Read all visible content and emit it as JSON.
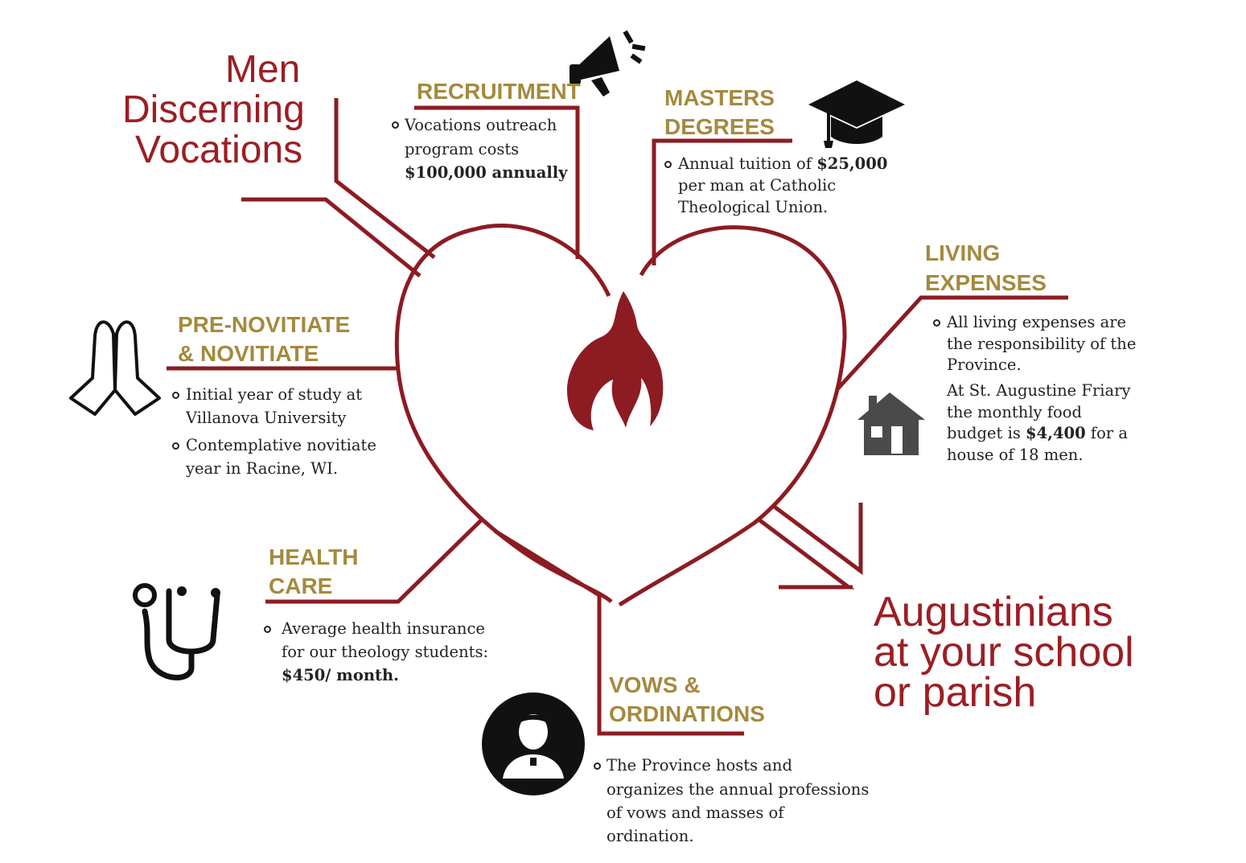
{
  "colors": {
    "accent": "#8d1b22",
    "gold": "#a48a3e",
    "text": "#222222",
    "icon": "#111111"
  },
  "left_title": [
    "Men",
    "Discerning",
    "Vocations"
  ],
  "right_title": [
    "Augustinians",
    "at your school",
    "or parish"
  ],
  "sections": {
    "recruitment": {
      "heading": "RECRUITMENT",
      "icon": "megaphone-icon",
      "lines": [
        "Vocations outreach",
        "program costs",
        "$100,000 annually"
      ]
    },
    "masters": {
      "heading": [
        "MASTERS",
        "DEGREES"
      ],
      "icon": "graduation-cap-icon",
      "lines": [
        "Annual tuition of ",
        "$25,000",
        "per man at Catholic",
        "Theological Union."
      ]
    },
    "living": {
      "heading": [
        "LIVING",
        "EXPENSES"
      ],
      "icon": "house-icon",
      "lines": [
        "All living expenses are",
        "the responsibility of the",
        "Province."
      ],
      "para": [
        "At St. Augustine Friary",
        "the monthly food",
        "budget is ",
        "$4,400",
        " for a",
        "house of 18 men."
      ]
    },
    "novitiate": {
      "heading": [
        "PRE-NOVITIATE",
        "& NOVITIATE"
      ],
      "icon": "praying-hands-icon",
      "bullet1": [
        "Initial year of study at",
        "Villanova University"
      ],
      "bullet2": [
        "Contemplative novitiate",
        "year in Racine, WI."
      ]
    },
    "health": {
      "heading": [
        "HEALTH",
        "CARE"
      ],
      "icon": "stethoscope-icon",
      "lines": [
        "Average health insurance",
        "for our theology students:",
        "$450/ month."
      ]
    },
    "vows": {
      "heading": [
        "VOWS &",
        "ORDINATIONS"
      ],
      "icon": "priest-icon",
      "lines": [
        "The Province hosts and",
        "organizes the annual professions",
        "of vows and masses of",
        "ordination."
      ]
    }
  },
  "center_icon": "flame-icon"
}
